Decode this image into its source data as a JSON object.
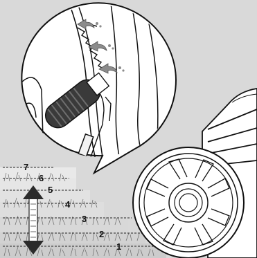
{
  "figure": {
    "description_free": true,
    "height_levels": [
      "1",
      "2",
      "3",
      "4",
      "5",
      "6",
      "7"
    ],
    "colors": {
      "background": "#d9d9d9",
      "line": "#111111",
      "fill_light": "#ffffff",
      "handle": "#3a3a3a",
      "arrow_gray": "#8c8c8c"
    },
    "icons": {
      "adjust_arrows": "curved-arrow-icon",
      "height_arrow": "double-arrow-icon"
    }
  }
}
